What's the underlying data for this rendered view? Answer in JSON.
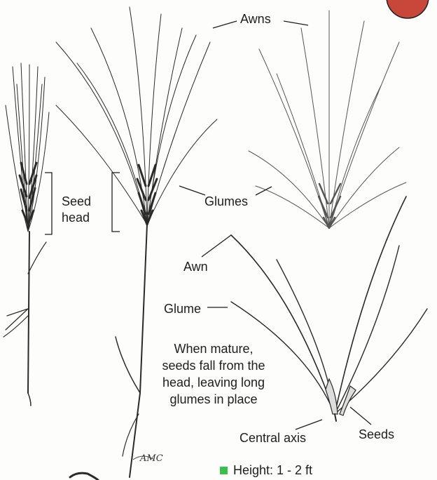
{
  "colors": {
    "ink": "#1e1e1e",
    "bullet": "#3bbf4e",
    "badge": "#c8463a"
  },
  "labels": {
    "awns": "Awns",
    "seed_head_line1": "Seed",
    "seed_head_line2": "head",
    "glumes": "Glumes",
    "awn": "Awn",
    "glume": "Glume",
    "seeds": "Seeds",
    "central_axis": "Central axis"
  },
  "note": "When mature,\nseeds fall from the\nhead, leaving long\nglumes in place",
  "height": "Height: 1 - 2 ft",
  "signature": "AMC",
  "icons": {
    "badge": "corner-badge-icon",
    "bullet": "square-bullet-icon"
  }
}
